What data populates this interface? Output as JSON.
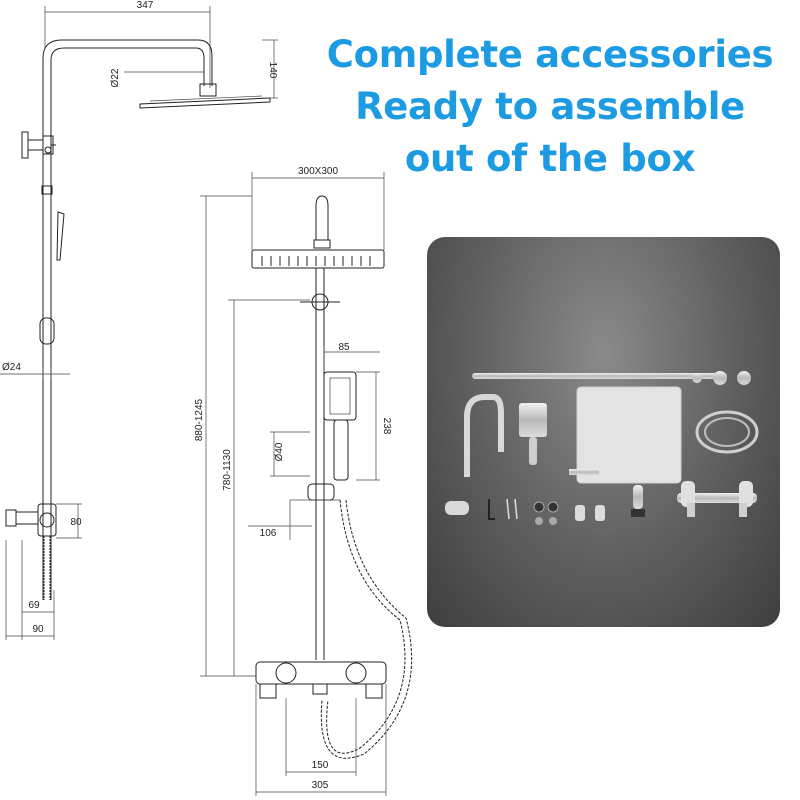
{
  "headline": {
    "line1": "Complete accessories",
    "line2": "Ready to assemble",
    "line3": "out of the box",
    "color": "#1c9be3"
  },
  "side_view": {
    "arm_width": "347",
    "pipe_diameter": "Ø22",
    "head_drop": "140",
    "rail_diameter": "Ø24",
    "mixer_height": "80",
    "wall_offset_inner": "69",
    "wall_offset_outer": "90"
  },
  "front_view": {
    "head_size": "300X300",
    "total_height": "880-1245",
    "rail_height": "780-1130",
    "hand_shower_width": "85",
    "hand_shower_length": "238",
    "handle_diameter": "Ø40",
    "holder_offset": "106",
    "connector_spacing": "150",
    "mixer_width": "305"
  },
  "photo": {
    "description_icon": "product-kit-photo",
    "background": "#5e5e5e"
  }
}
